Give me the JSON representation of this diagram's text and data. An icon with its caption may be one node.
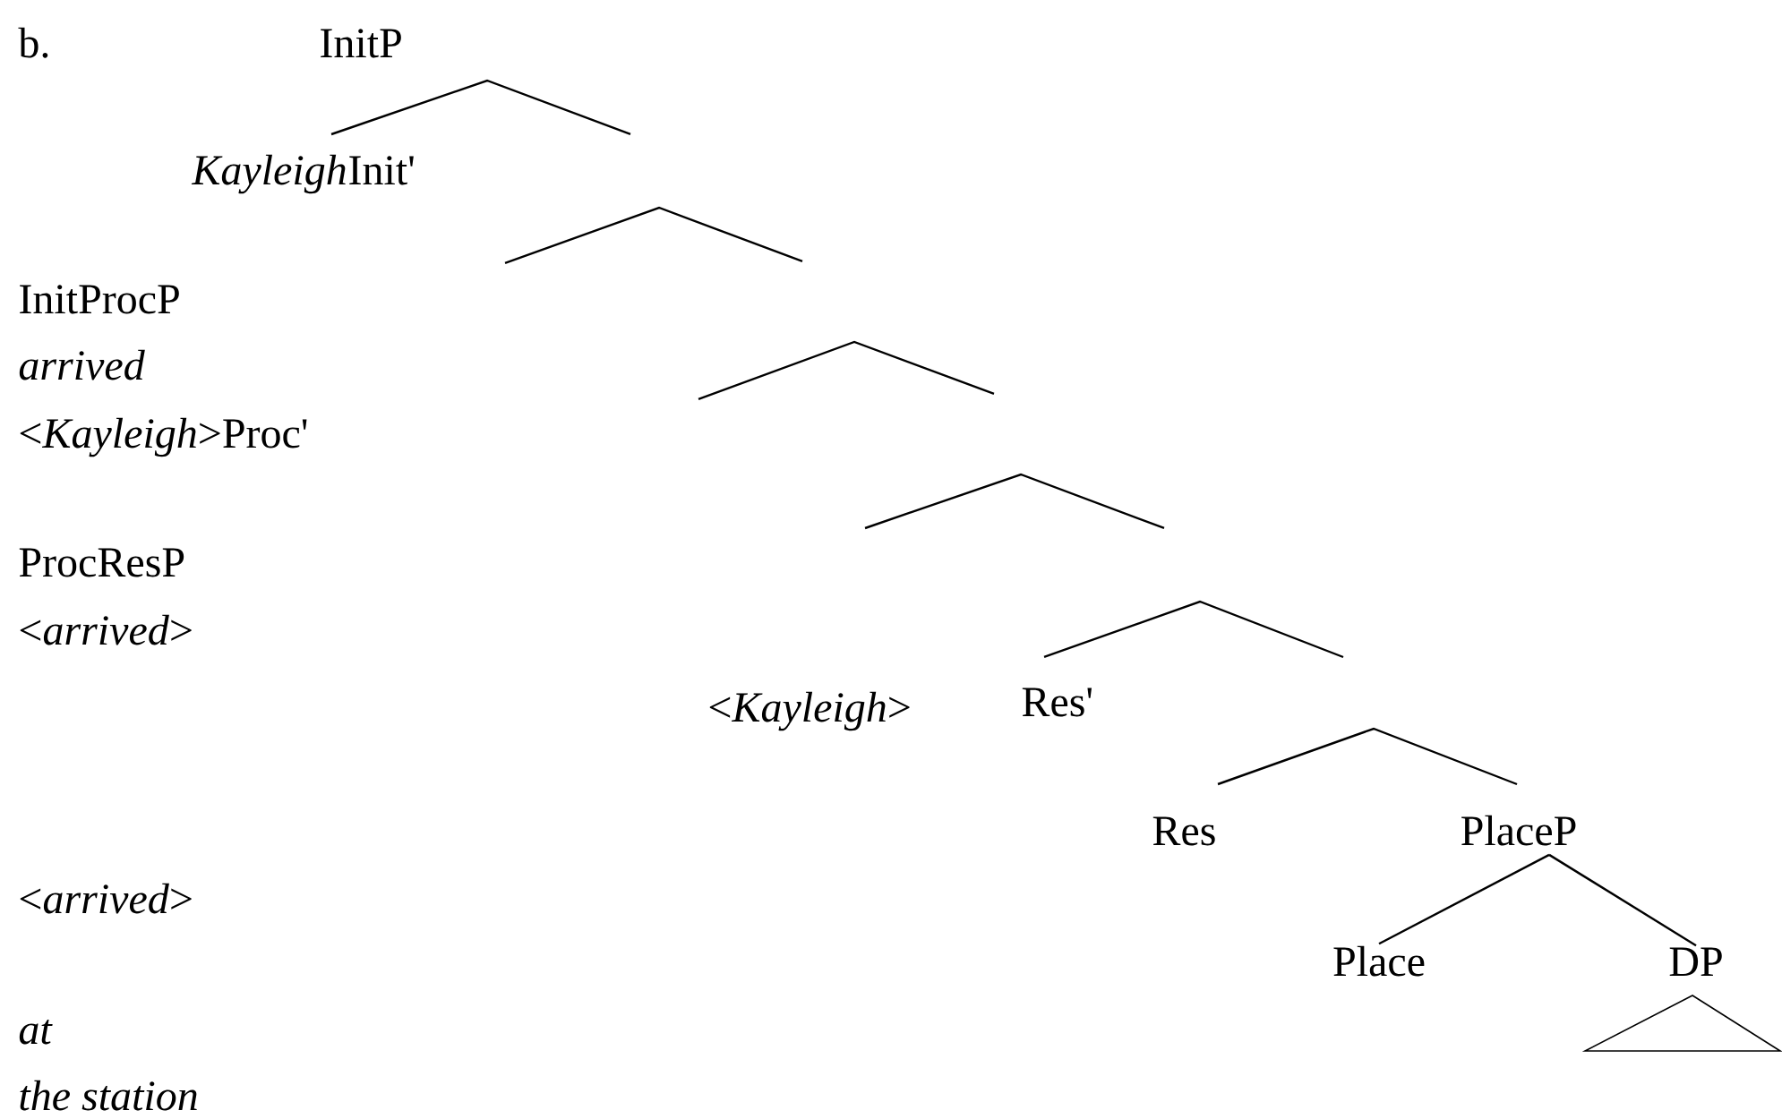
{
  "diagram": {
    "nodes": [
      {
        "text": [
          "PlaceP"
        ]
      },
      {
        "text": [
          "Place"
        ]
      },
      {
        "text": [
          "DP"
        ]
      }
    ],
    "edges": [
      {
        "from": 0,
        "to": 1,
        "arrow": "none"
      },
      {
        "from": 0,
        "to": 2,
        "arrow": "none"
      }
    ],
    "labels": [
      "b.",
      "InitP",
      "Kayleigh",
      "Init'",
      "InitProcP",
      "arrived",
      "<*Kayleigh*>Proc'",
      "ProcResP",
      "<*arrived*>",
      "<*Kayleigh*>",
      "Res'",
      "Res",
      "<*arrived*>",
      "at",
      "the station"
    ]
  }
}
